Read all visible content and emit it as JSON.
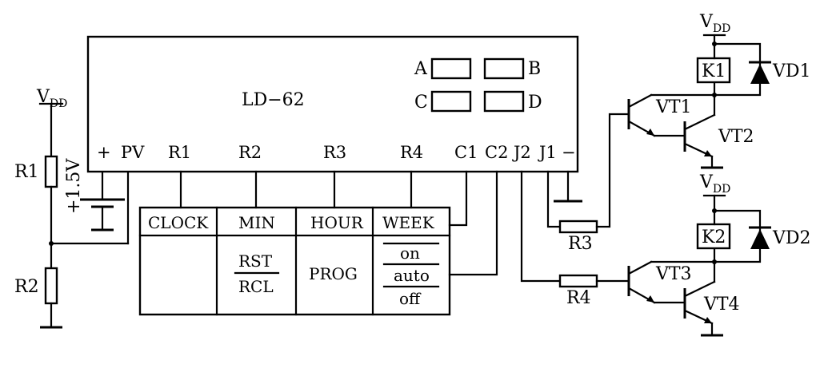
{
  "module": {
    "name": "LD−62",
    "displays": [
      "A",
      "B",
      "C",
      "D"
    ],
    "pins": [
      "+",
      "PV",
      "R1",
      "R2",
      "R3",
      "R4",
      "C1",
      "C2",
      "J2",
      "J1",
      "−"
    ]
  },
  "keypad": {
    "headers": [
      "CLOCK",
      "MIN",
      "HOUR",
      "WEEK"
    ],
    "min_keys": [
      "RST",
      "RCL"
    ],
    "hour_key": "PROG",
    "week_keys": [
      "on",
      "auto",
      "off"
    ]
  },
  "supply": {
    "vdd_main": "V",
    "vdd_sub": "DD",
    "battery": "+1.5V"
  },
  "components": {
    "r1": "R1",
    "r2": "R2",
    "r3": "R3",
    "r4": "R4",
    "vt1": "VT1",
    "vt2": "VT2",
    "vt3": "VT3",
    "vt4": "VT4",
    "k1": "K1",
    "k2": "K2",
    "vd1": "VD1",
    "vd2": "VD2"
  }
}
